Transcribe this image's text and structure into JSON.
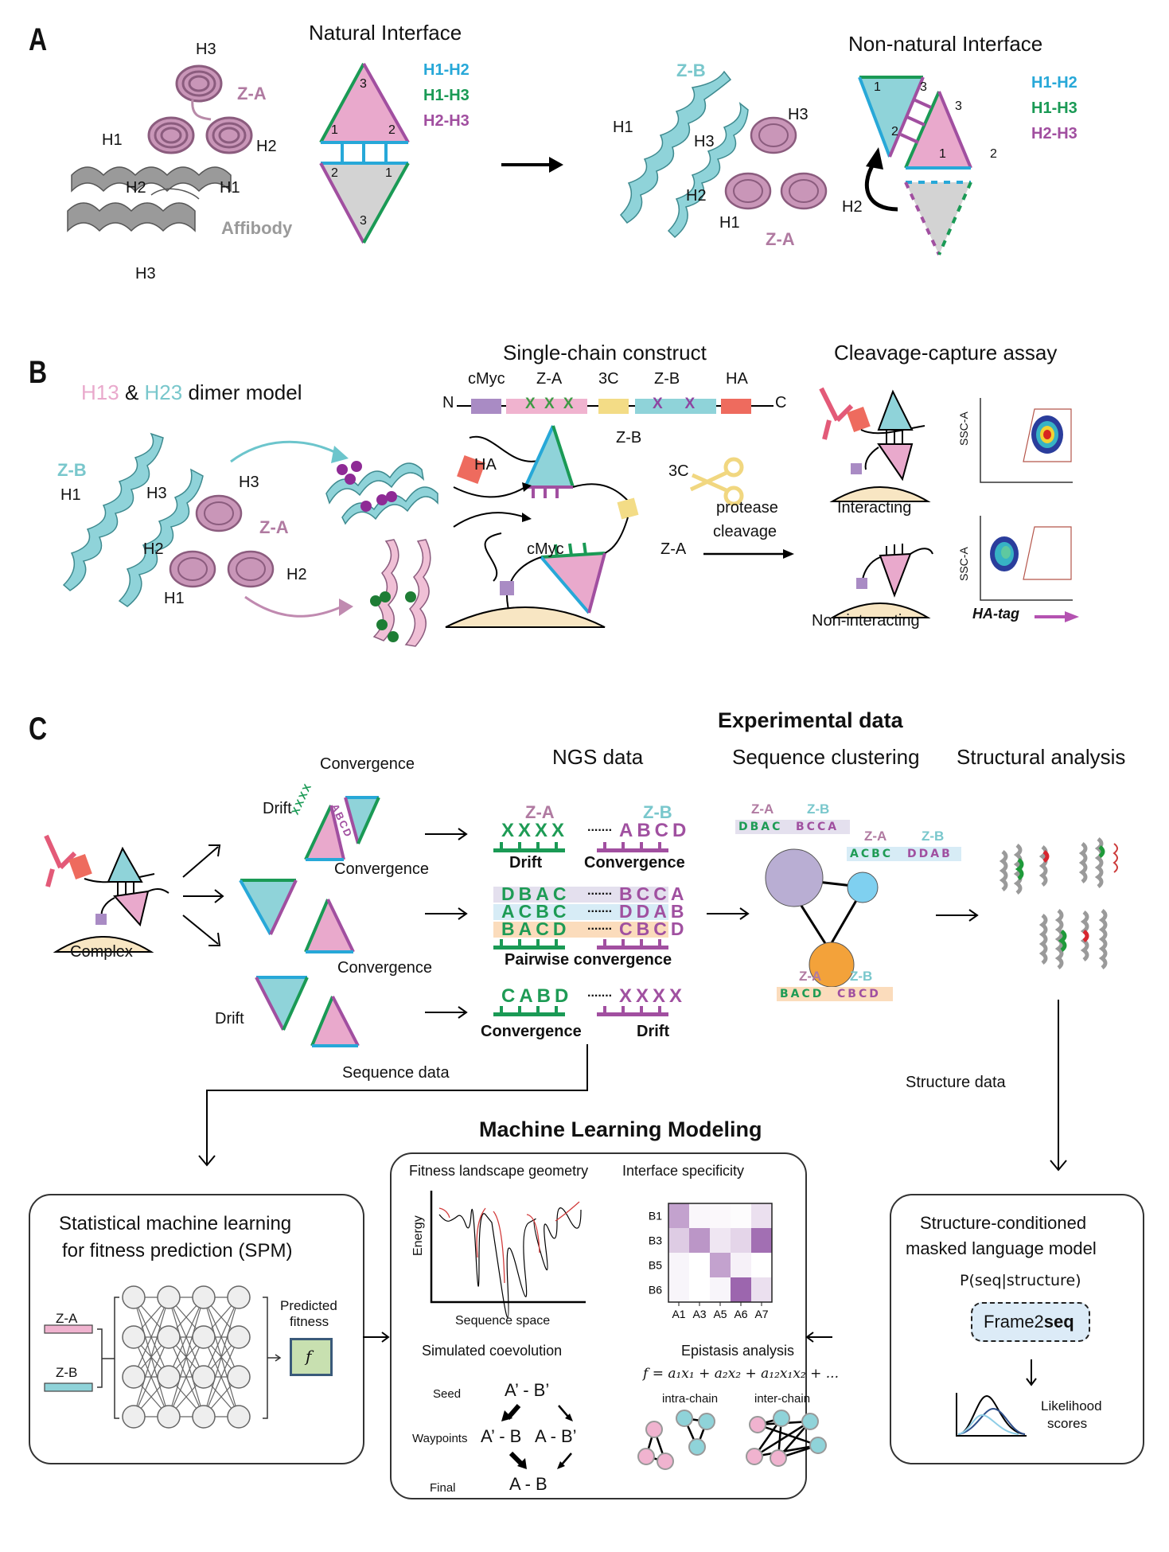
{
  "colors": {
    "pink": "#e9a9cc",
    "pink_text": "#b07aa1",
    "teal": "#8fd3d9",
    "teal_text": "#79c7cc",
    "h1h2": "#27a8d8",
    "h1h3": "#1a9a55",
    "h2h3": "#a14fa0",
    "grey": "#cfcfcf",
    "cmyc": "#a98bc4",
    "threeC": "#f3dc86",
    "ha": "#ee6b5e",
    "bead": "#f8e6c3",
    "cluster_purple": "#b9aed3",
    "cluster_blue": "#7fd0f0",
    "cluster_orange": "#f3a23a",
    "fitness_box": "#c8e0b0"
  },
  "panelA": {
    "letter": "A",
    "natural_title": "Natural Interface",
    "nonnatural_title": "Non-natural Interface",
    "za_label": "Z-A",
    "zb_label": "Z-B",
    "affibody_label": "Affibody",
    "helix_labels": {
      "h1": "H1",
      "h2": "H2",
      "h3": "H3"
    },
    "legend": [
      "H1-H2",
      "H1-H3",
      "H2-H3"
    ],
    "vertex_nums": [
      "1",
      "2",
      "3"
    ]
  },
  "panelB": {
    "letter": "B",
    "dimer_title_h13": "H13",
    "dimer_title_amp": "&",
    "dimer_title_h23": "H23",
    "dimer_title_rest": "dimer model",
    "construct_title": "Single-chain construct",
    "construct_segments": [
      "cMyc",
      "Z-A",
      "3C",
      "Z-B",
      "HA"
    ],
    "construct_n": "N",
    "construct_c": "C",
    "za_marks": "X X X",
    "zb_marks": "X   X",
    "assay_title": "Cleavage-capture assay",
    "ha_label": "HA",
    "cmyc_label": "cMyc",
    "zb_label": "Z-B",
    "za_label": "Z-A",
    "threec_label": "3C",
    "protease_line1": "protease",
    "protease_line2": "cleavage",
    "interacting": "Interacting",
    "noninteracting": "Non-interacting",
    "ssc_label": "SSC-A",
    "ha_tag_label": "HA-tag",
    "helix_labels": {
      "h1": "H1",
      "h2": "H2",
      "h3": "H3"
    }
  },
  "panelC": {
    "letter": "C",
    "experimental_title": "Experimental data",
    "complex_label": "Complex",
    "convergence": "Convergence",
    "drift": "Drift",
    "ngs_title": "NGS data",
    "clustering_title": "Sequence clustering",
    "structural_title": "Structural analysis",
    "za": "Z-A",
    "zb": "Z-B",
    "ngs_rows": [
      {
        "left": "XXXX",
        "right": "ABCD",
        "left_label": "Drift",
        "right_label": "Convergence"
      },
      {
        "pairs": [
          [
            "DBAC",
            "BCCA"
          ],
          [
            "ACBC",
            "DDAB"
          ],
          [
            "BACD",
            "CBCD"
          ]
        ],
        "label": "Pairwise convergence"
      },
      {
        "left": "CABD",
        "right": "XXXX",
        "left_label": "Convergence",
        "right_label": "Drift"
      }
    ],
    "dots": ".......",
    "clusters": [
      {
        "za": "DBAC",
        "zb": "BCCA"
      },
      {
        "za": "ACBC",
        "zb": "DDAB"
      },
      {
        "za": "BACD",
        "zb": "CBCD"
      }
    ],
    "sequence_data": "Sequence data",
    "structure_data": "Structure data",
    "ml_title": "Machine Learning Modeling",
    "spm": {
      "title1": "Statistical machine learning",
      "title2": "for fitness prediction (SPM)",
      "za": "Z-A",
      "zb": "Z-B",
      "predicted1": "Predicted",
      "predicted2": "fitness",
      "f": "f"
    },
    "landscape": {
      "title": "Fitness landscape geometry",
      "ylabel": "Energy",
      "xlabel": "Sequence space"
    },
    "specificity": {
      "title": "Interface specificity",
      "rows": [
        "B1",
        "B3",
        "B5",
        "B6"
      ],
      "cols": [
        "A1",
        "A3",
        "A5",
        "A6",
        "A7"
      ],
      "values": [
        [
          0.55,
          0.05,
          0.04,
          0.02,
          0.18
        ],
        [
          0.3,
          0.62,
          0.15,
          0.25,
          0.85
        ],
        [
          0.06,
          0.0,
          0.55,
          0.08,
          0.0
        ],
        [
          0.06,
          0.0,
          0.06,
          0.9,
          0.18
        ]
      ]
    },
    "coevolution": {
      "title": "Simulated coevolution",
      "seed_label": "Seed",
      "waypoints_label": "Waypoints",
      "final_label": "Final",
      "seed": "A’ - B’",
      "wp1": "A’ - B",
      "wp2": "A - B’",
      "final": "A - B"
    },
    "epistasis": {
      "title": "Epistasis analysis",
      "formula": "f = a₁x₁ + a₂x₂ + a₁₂x₁x₂ + ...",
      "intra": "intra-chain",
      "inter": "inter-chain"
    },
    "mlm": {
      "title1": "Structure-conditioned",
      "title2": "masked language model",
      "prob": "P(seq|structure)",
      "model_prefix": "Frame2",
      "model_suffix": "seq",
      "scores1": "Likelihood",
      "scores2": "scores"
    }
  }
}
